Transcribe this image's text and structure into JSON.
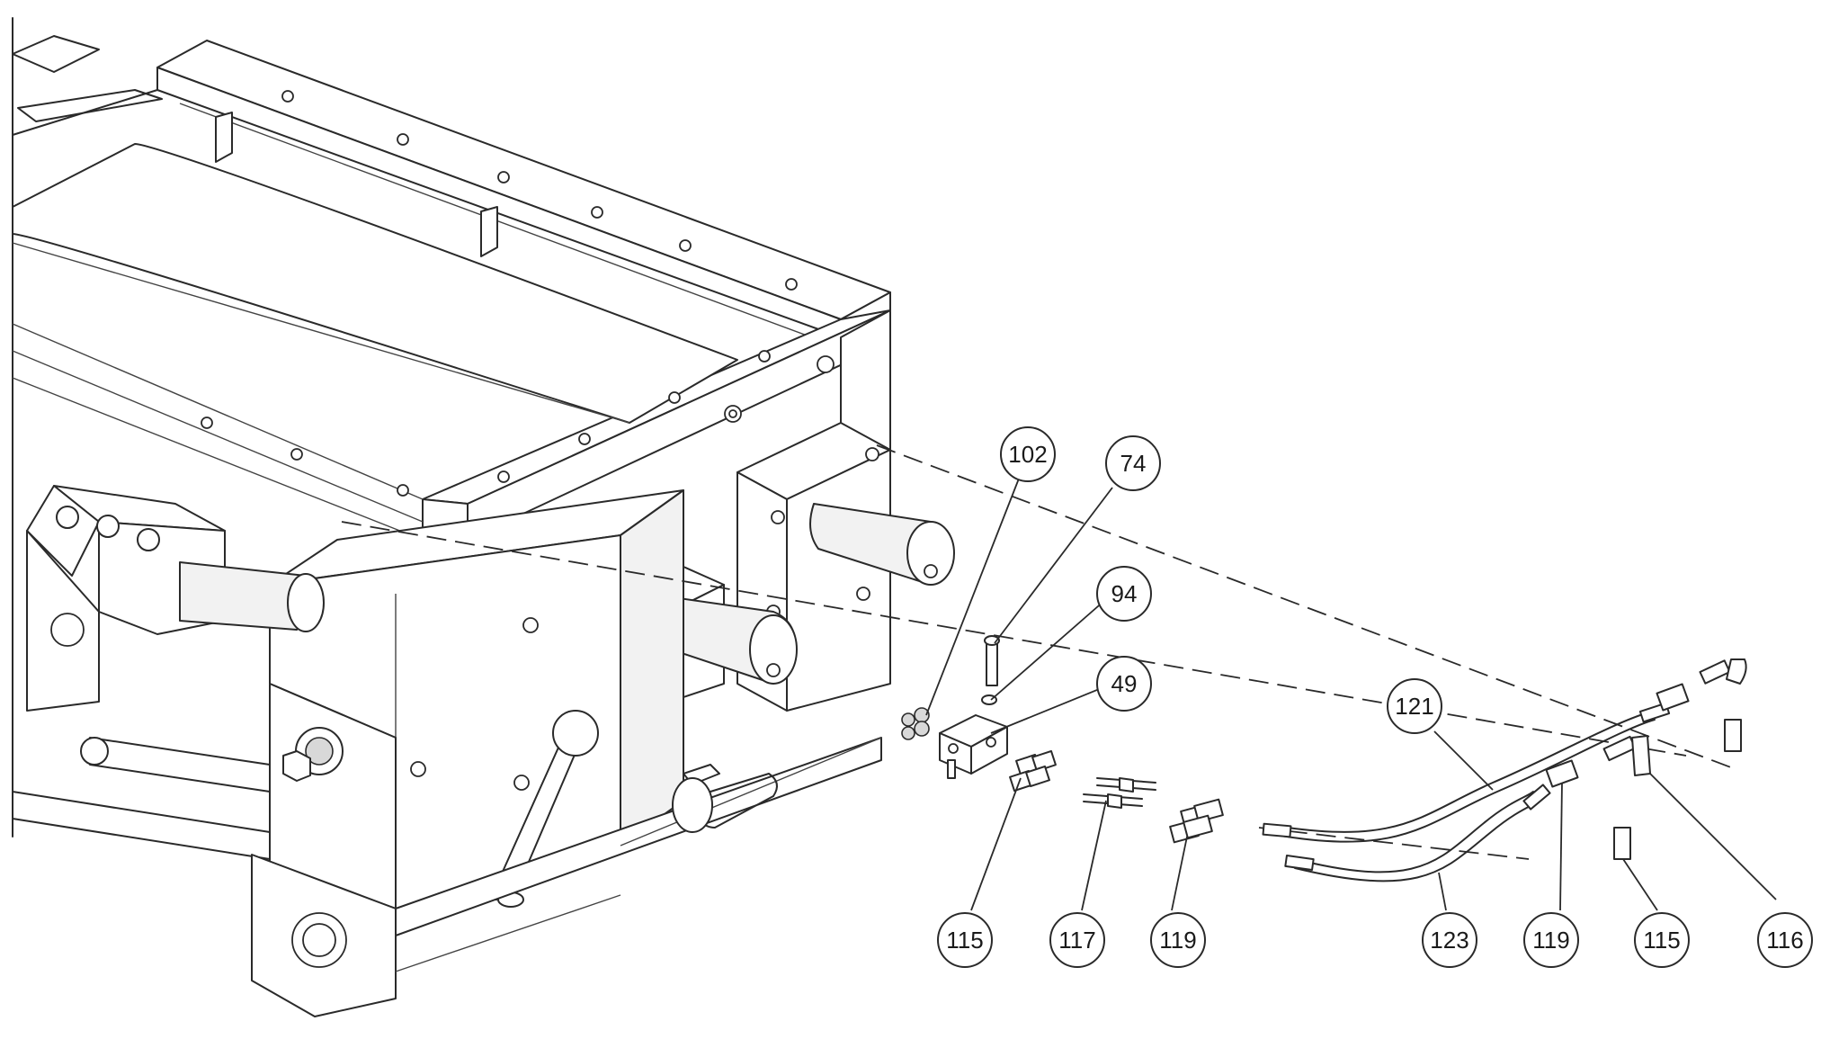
{
  "callouts": {
    "c102": "102",
    "c74": "74",
    "c94": "94",
    "c49": "49",
    "c121": "121",
    "c115a": "115",
    "c117": "117",
    "c119a": "119",
    "c123": "123",
    "c119b": "119",
    "c115b": "115",
    "c116": "116"
  },
  "colors": {
    "line": "#2a2a2a",
    "background": "#ffffff"
  }
}
